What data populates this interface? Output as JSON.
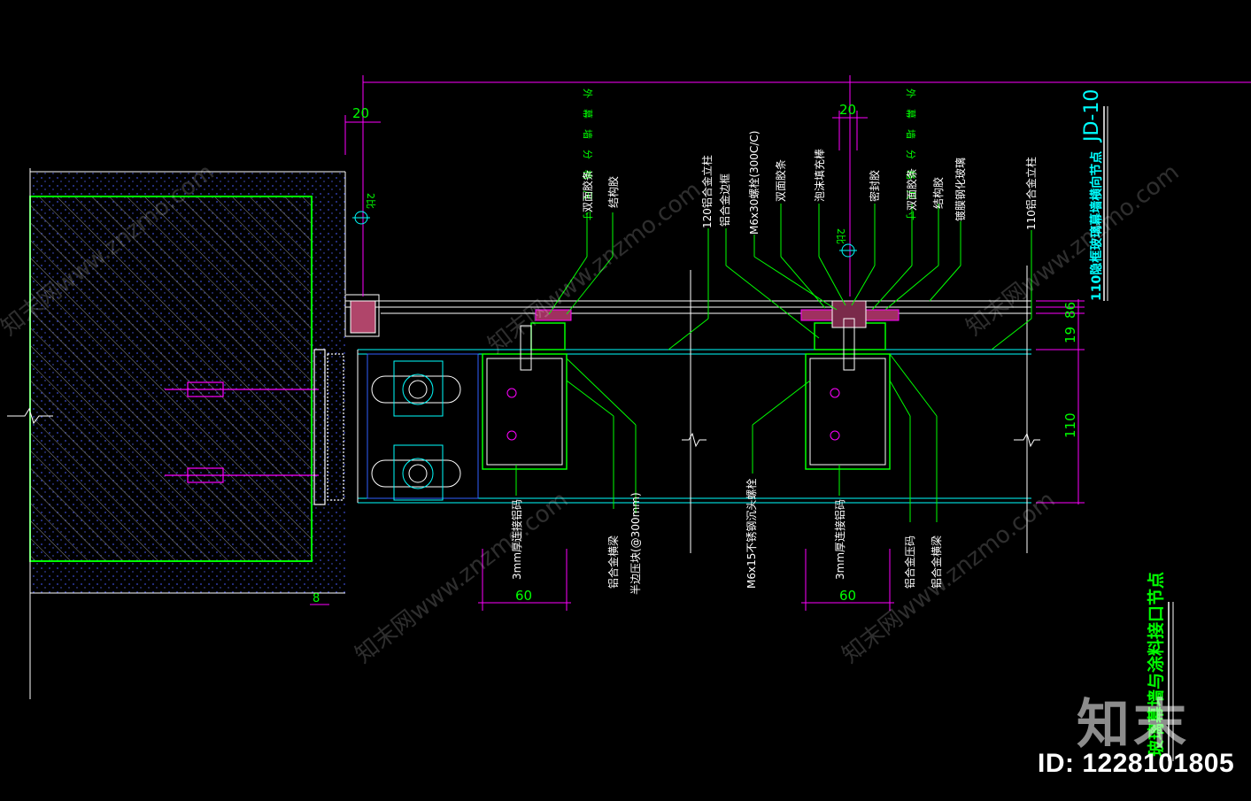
{
  "drawing": {
    "node_code": "JD-10",
    "subtitle": "110隐框玻璃幕墙横向节点",
    "main_title": "玻璃幕墙与涂料接口节点",
    "scale_marks": [
      "2比",
      "2比"
    ],
    "mark_symbol": "2比",
    "colors": {
      "magenta": "#ff00ff",
      "green": "#00ff00",
      "cyan": "#00ffff",
      "white": "#ffffff",
      "yellow_green": "#66ff33"
    }
  },
  "dimensions": {
    "d20_left": "20",
    "d20_right": "20",
    "d8": "8",
    "d86": "86",
    "d19": "19",
    "d110": "110",
    "d60_left": "60",
    "d60_right": "60"
  },
  "labels_top": {
    "l1": "双面胶条",
    "l2": "结构胶",
    "l3": "120铝合金立柱",
    "l3b": "铝合金边框",
    "l4": "M6x30螺栓(300C/C)",
    "l5": "双面胶条",
    "l6": "泡沫填充棒",
    "l7": "密封胶",
    "l8": "双面胶条",
    "l9": "结构胶",
    "l10": "镀膜钢化玻璃",
    "l11": "110铝合金立柱"
  },
  "labels_bottom": {
    "b1": "3mm厚连接铝码",
    "b2": "铝合金横梁",
    "b3": "半边压块(@300mm)",
    "b4": "M6x15不锈钢沉头螺栓",
    "b5": "3mm厚连接铝码",
    "b6": "铝合金压码",
    "b7": "铝合金横梁"
  },
  "top_notes": {
    "left": "外幕墙分格尺寸",
    "right": "外幕墙分格尺寸"
  },
  "watermark": {
    "id": "ID: 1228101805",
    "logo": "知末",
    "repeat": "知末网www.znzmo.com"
  }
}
